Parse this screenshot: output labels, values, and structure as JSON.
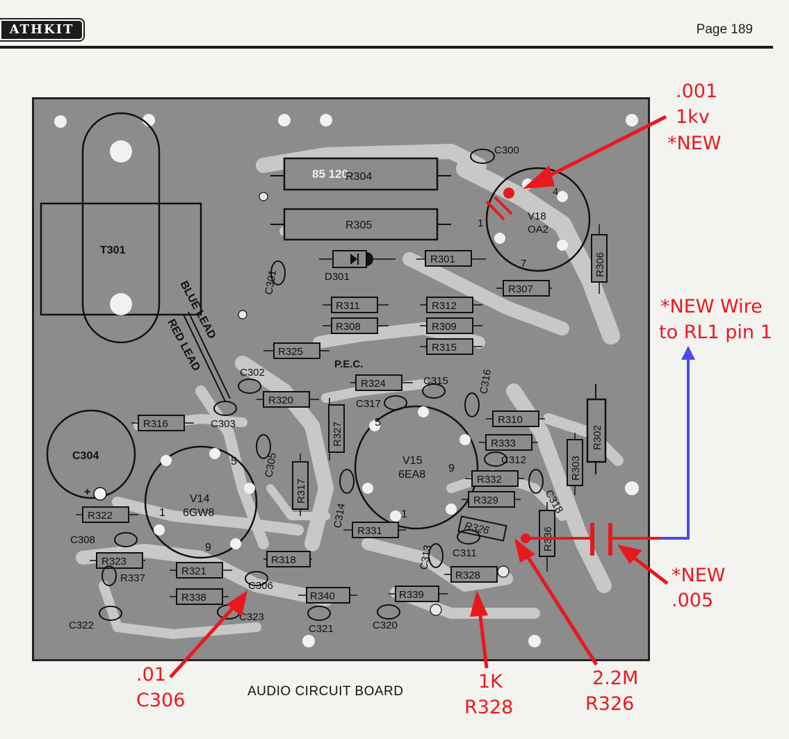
{
  "header": {
    "logo_text": "ATHKIT",
    "page_number": "Page 189"
  },
  "caption": "AUDIO CIRCUIT BOARD",
  "components": {
    "transformer": "T301",
    "diode": "D301",
    "pec": "P.E.C.",
    "blue_lead": "BLUE LEAD",
    "red_lead": "RED LEAD",
    "tubes": [
      {
        "name": "V18",
        "type": "OA2"
      },
      {
        "name": "V15",
        "type": "6EA8"
      },
      {
        "name": "V14",
        "type": "6GW8"
      }
    ],
    "resistors": [
      "R304",
      "R305",
      "R301",
      "R311",
      "R312",
      "R308",
      "R309",
      "R315",
      "R325",
      "R324",
      "R320",
      "R316",
      "R327",
      "R310",
      "R333",
      "R332",
      "R329",
      "R326",
      "R331",
      "R317",
      "R322",
      "R323",
      "R321",
      "R318",
      "R338",
      "R340",
      "R339",
      "R328",
      "R306",
      "R307",
      "R302",
      "R303",
      "R336",
      "R337"
    ],
    "capacitors": [
      "C300",
      "C301",
      "C302",
      "C303",
      "C304",
      "C305",
      "C306",
      "C308",
      "C311",
      "C312",
      "C313",
      "C314",
      "C315",
      "C316",
      "C317",
      "C318",
      "C320",
      "C321",
      "C322",
      "C323"
    ],
    "r304_marking": "85 120",
    "pin_labels": [
      "1",
      "4",
      "7",
      "5",
      "9",
      "1",
      "5",
      "1",
      "9"
    ]
  },
  "annotations": {
    "c300_new": [
      ".001",
      "1kv",
      "*NEW"
    ],
    "new_wire": [
      "*NEW Wire",
      "to RL1 pin 1"
    ],
    "cap_005": [
      "*NEW",
      ".005"
    ],
    "c306": [
      ".01",
      "C306"
    ],
    "r328": [
      "1K",
      "R328"
    ],
    "r326": [
      "2.2M",
      "R326"
    ]
  },
  "colors": {
    "annotation_red": "#e8191e",
    "wire_blue": "#4a4af0",
    "board_gray": "#8c8c8c",
    "trace_light": "#c8c8c8"
  }
}
